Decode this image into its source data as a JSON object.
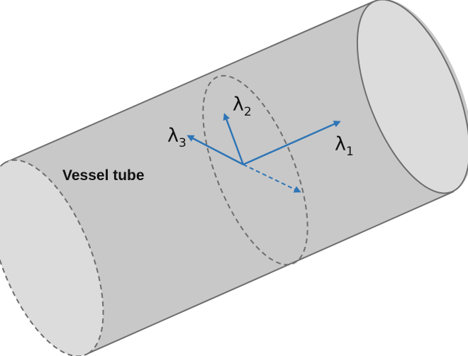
{
  "diagram": {
    "tube_label": "Vessel tube",
    "eigen": [
      {
        "symbol": "λ",
        "subscript": "1"
      },
      {
        "symbol": "λ",
        "subscript": "2"
      },
      {
        "symbol": "λ",
        "subscript": "3"
      }
    ]
  },
  "colors": {
    "tube_fill": "#c8c8c8",
    "tube_cap": "#dcdcdc",
    "tube_outline": "#6e6e6e",
    "dashed_outline": "#6e6e6e",
    "arrow": "#2e75b6"
  }
}
